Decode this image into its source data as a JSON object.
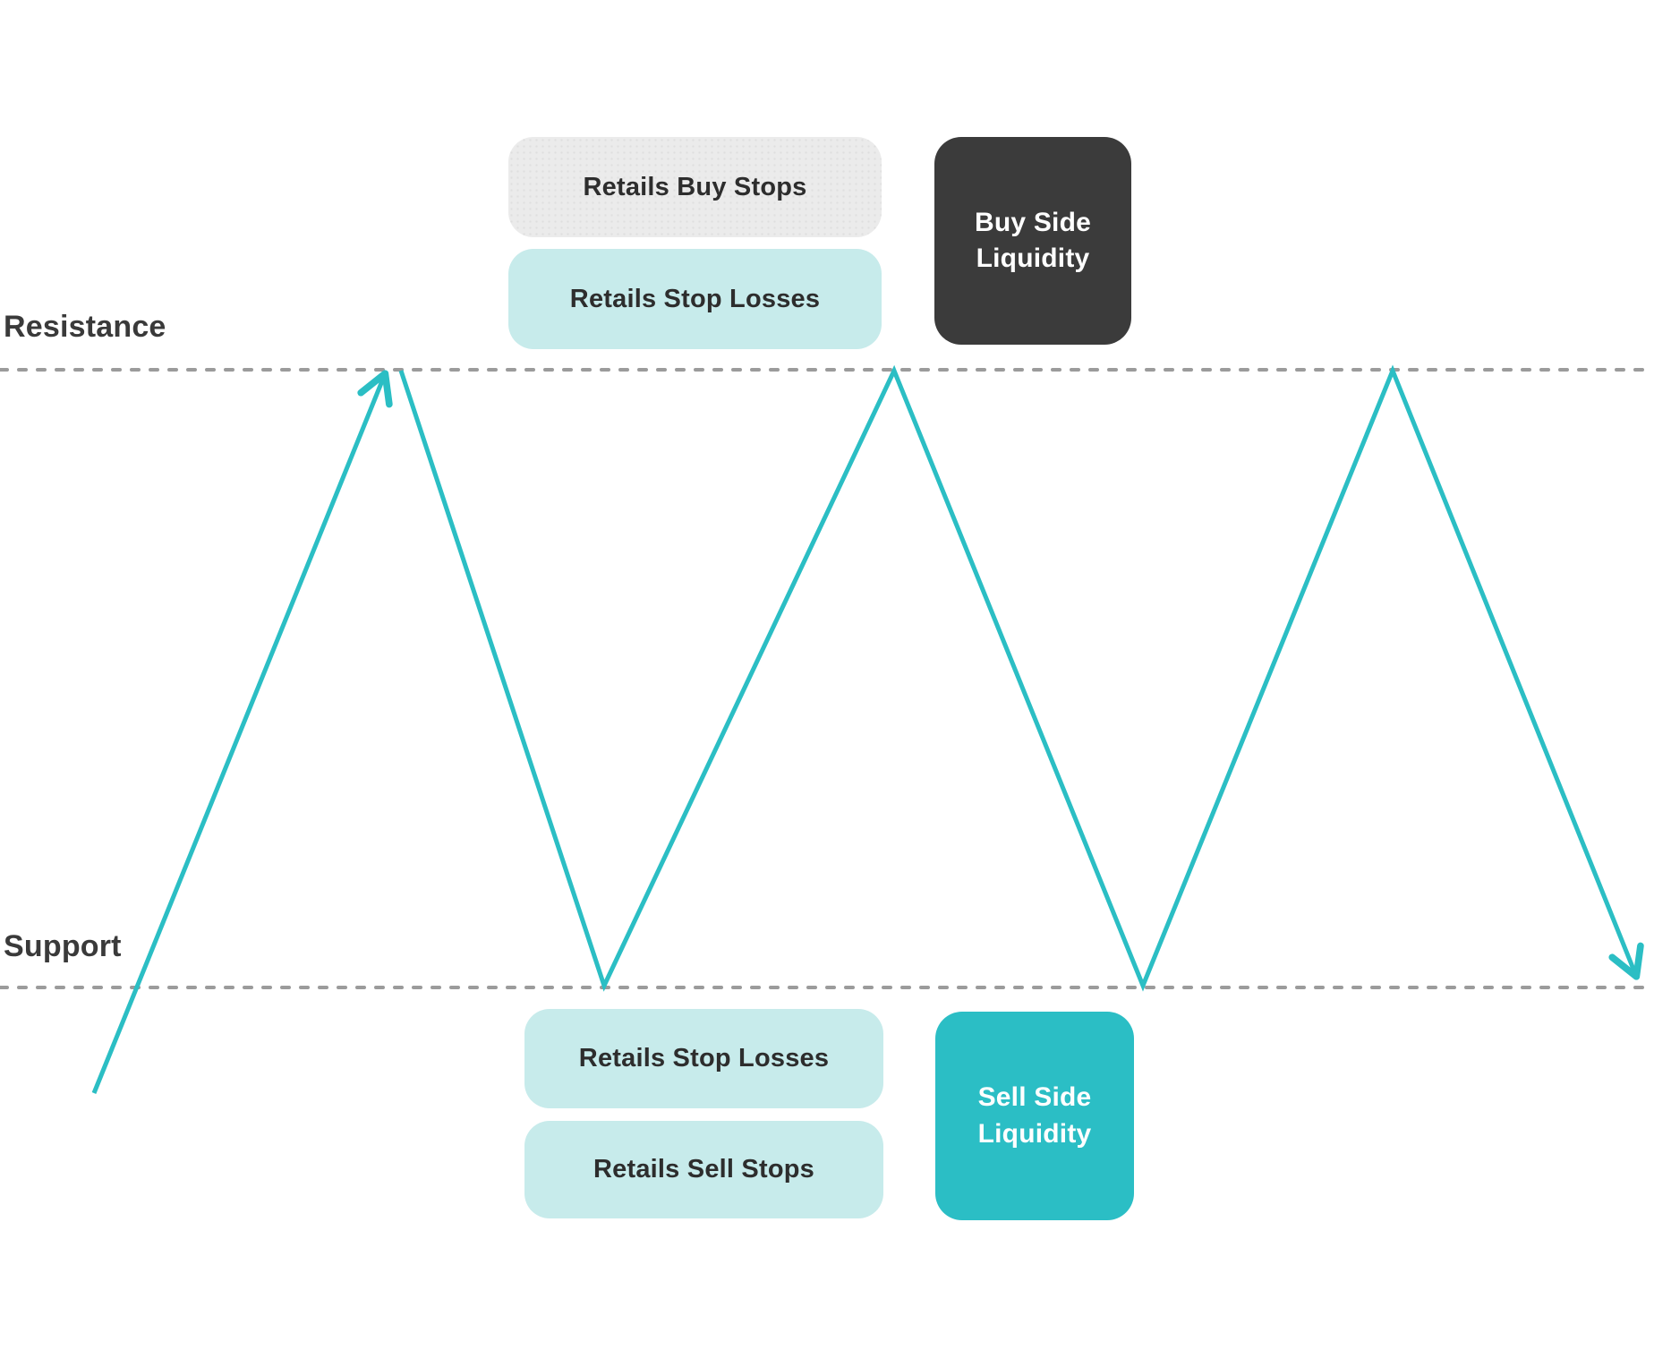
{
  "diagram": {
    "levels": {
      "resistance_label": "Resistance",
      "support_label": "Support"
    },
    "buy_side": {
      "retails_buy_stops": "Retails Buy Stops",
      "retails_stop_losses": "Retails Stop Losses",
      "liquidity_line1": "Buy Side",
      "liquidity_line2": "Liquidity"
    },
    "sell_side": {
      "retails_stop_losses": "Retails Stop Losses",
      "retails_sell_stops": "Retails Sell Stops",
      "liquidity_line1": "Sell Side",
      "liquidity_line2": "Liquidity"
    },
    "colors": {
      "price_line": "#2bbec4",
      "liquidity_sell_box": "#2bbec5",
      "liquidity_buy_box": "#3b3b3b",
      "retail_teal_box": "#c7ebeb",
      "retail_gray_box": "#ebebeb",
      "dashed_level": "#9b9b9b",
      "text_dark": "#2d2d2d"
    }
  }
}
